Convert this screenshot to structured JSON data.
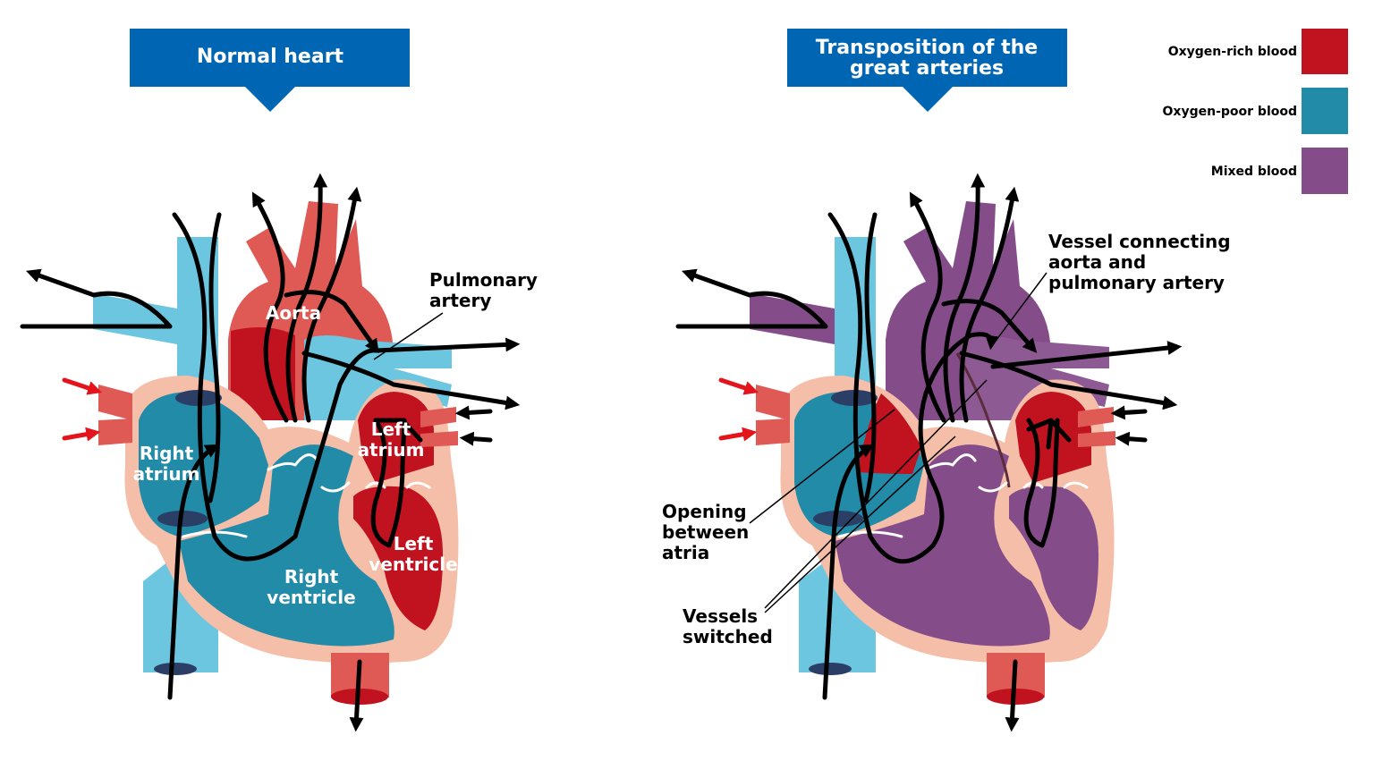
{
  "colors": {
    "oxygen_rich": "#c1121f",
    "oxygen_rich_light": "#e05a55",
    "oxygen_poor": "#228ba8",
    "oxygen_poor_light": "#6cc6e0",
    "mixed": "#844d8a",
    "mixed_light": "#8e5a93",
    "wall": "#f5bea8",
    "banner": "#0066b3",
    "arrow_red": "#e3141b"
  },
  "banners": {
    "normal": "Normal heart",
    "tga_line1": "Transposition of the",
    "tga_line2": "great arteries"
  },
  "legend": {
    "oxygen_rich": "Oxygen-rich blood",
    "oxygen_poor": "Oxygen-poor blood",
    "mixed": "Mixed blood"
  },
  "normal_labels": {
    "aorta": "Aorta",
    "pulmonary_line1": "Pulmonary",
    "pulmonary_line2": "artery",
    "right_atrium_line1": "Right",
    "right_atrium_line2": "atrium",
    "left_atrium_line1": "Left",
    "left_atrium_line2": "atrium",
    "left_ventricle_line1": "Left",
    "left_ventricle_line2": "ventricle",
    "right_ventricle_line1": "Right",
    "right_ventricle_line2": "ventricle"
  },
  "tga_labels": {
    "vessel_line1": "Vessel connecting",
    "vessel_line2": "aorta and",
    "vessel_line3": "pulmonary artery",
    "opening_line1": "Opening",
    "opening_line2": "between",
    "opening_line3": "atria",
    "switched_line1": "Vessels",
    "switched_line2": "switched"
  }
}
